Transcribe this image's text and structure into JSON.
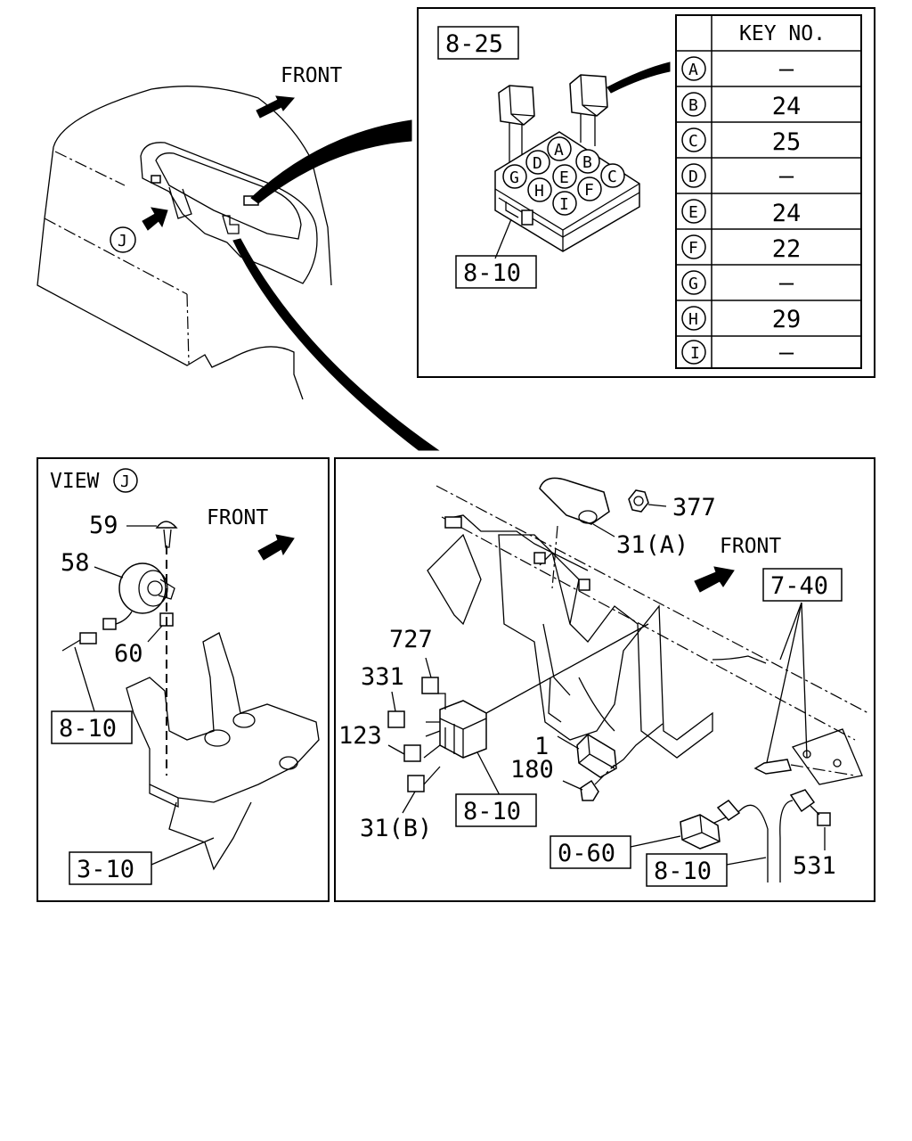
{
  "labels": {
    "front_top": "FRONT",
    "view_j_marker": "J",
    "view_title": "VIEW",
    "view_title_circle": "J",
    "front_view": "FRONT",
    "front_right": "FRONT"
  },
  "relay_inset": {
    "ref_top": "8-25",
    "ref_bottom": "8-10",
    "block_letters": [
      "A",
      "B",
      "C",
      "D",
      "E",
      "F",
      "G",
      "H",
      "I"
    ],
    "table": {
      "header": "KEY NO.",
      "rows": [
        {
          "key": "A",
          "value": "—"
        },
        {
          "key": "B",
          "value": "24"
        },
        {
          "key": "C",
          "value": "25"
        },
        {
          "key": "D",
          "value": "—"
        },
        {
          "key": "E",
          "value": "24"
        },
        {
          "key": "F",
          "value": "22"
        },
        {
          "key": "G",
          "value": "—"
        },
        {
          "key": "H",
          "value": "29"
        },
        {
          "key": "I",
          "value": "—"
        }
      ]
    }
  },
  "view_panel": {
    "callouts": {
      "p59": "59",
      "p58": "58",
      "p60": "60"
    },
    "boxes": {
      "ref1": "8-10",
      "ref2": "3-10"
    }
  },
  "main_panel": {
    "callouts": {
      "p377": "377",
      "p31a": "31(A)",
      "p727": "727",
      "p331": "331",
      "p123": "123",
      "p1": "1",
      "p180": "180",
      "p31b": "31(B)",
      "p531": "531"
    },
    "boxes": {
      "ref740": "7-40",
      "ref810a": "8-10",
      "ref060": "0-60",
      "ref810b": "8-10"
    }
  }
}
